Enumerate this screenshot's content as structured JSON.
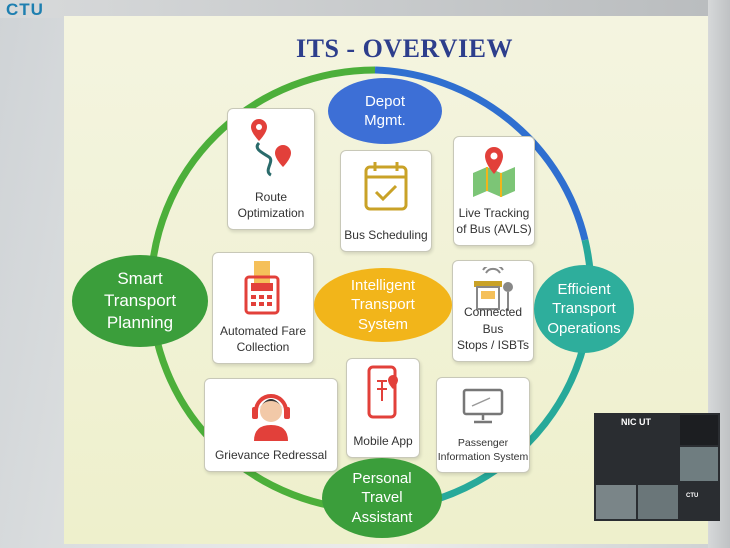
{
  "logo": "CTU",
  "title": "ITS - OVERVIEW",
  "center": [
    "Intelligent",
    "Transport",
    "System"
  ],
  "ovals": {
    "top": [
      "Depot",
      "Mgmt."
    ],
    "left": [
      "Smart",
      "Transport",
      "Planning"
    ],
    "right": [
      "Efficient",
      "Transport",
      "Operations"
    ],
    "bottom": [
      "Personal",
      "Travel",
      "Assistant"
    ]
  },
  "cards": {
    "route": [
      "Route",
      "Optimization"
    ],
    "bus_scheduling": [
      "Bus Scheduling"
    ],
    "live_tracking": [
      "Live Tracking",
      "of Bus (AVLS)"
    ],
    "fare": [
      "Automated Fare",
      "Collection"
    ],
    "bus_stops": [
      "Connected Bus",
      "Stops / ISBTs"
    ],
    "grievance": [
      "Grievance Redressal"
    ],
    "mobile_app": [
      "Mobile App"
    ],
    "pis": [
      "Passenger",
      "Information System"
    ]
  },
  "video": {
    "main": "NIC UT",
    "tile": "CTU"
  },
  "colors": {
    "title": "#2d3e8c",
    "ring_green": "#4caf3a",
    "ring_blue": "#2f6fd0",
    "ring_teal": "#27a99a",
    "oval_blue": "#3d6fd6",
    "oval_green": "#3b9e3b",
    "oval_teal": "#2eae9c",
    "oval_yellow": "#f2b51a",
    "icon_red": "#e2403a"
  }
}
